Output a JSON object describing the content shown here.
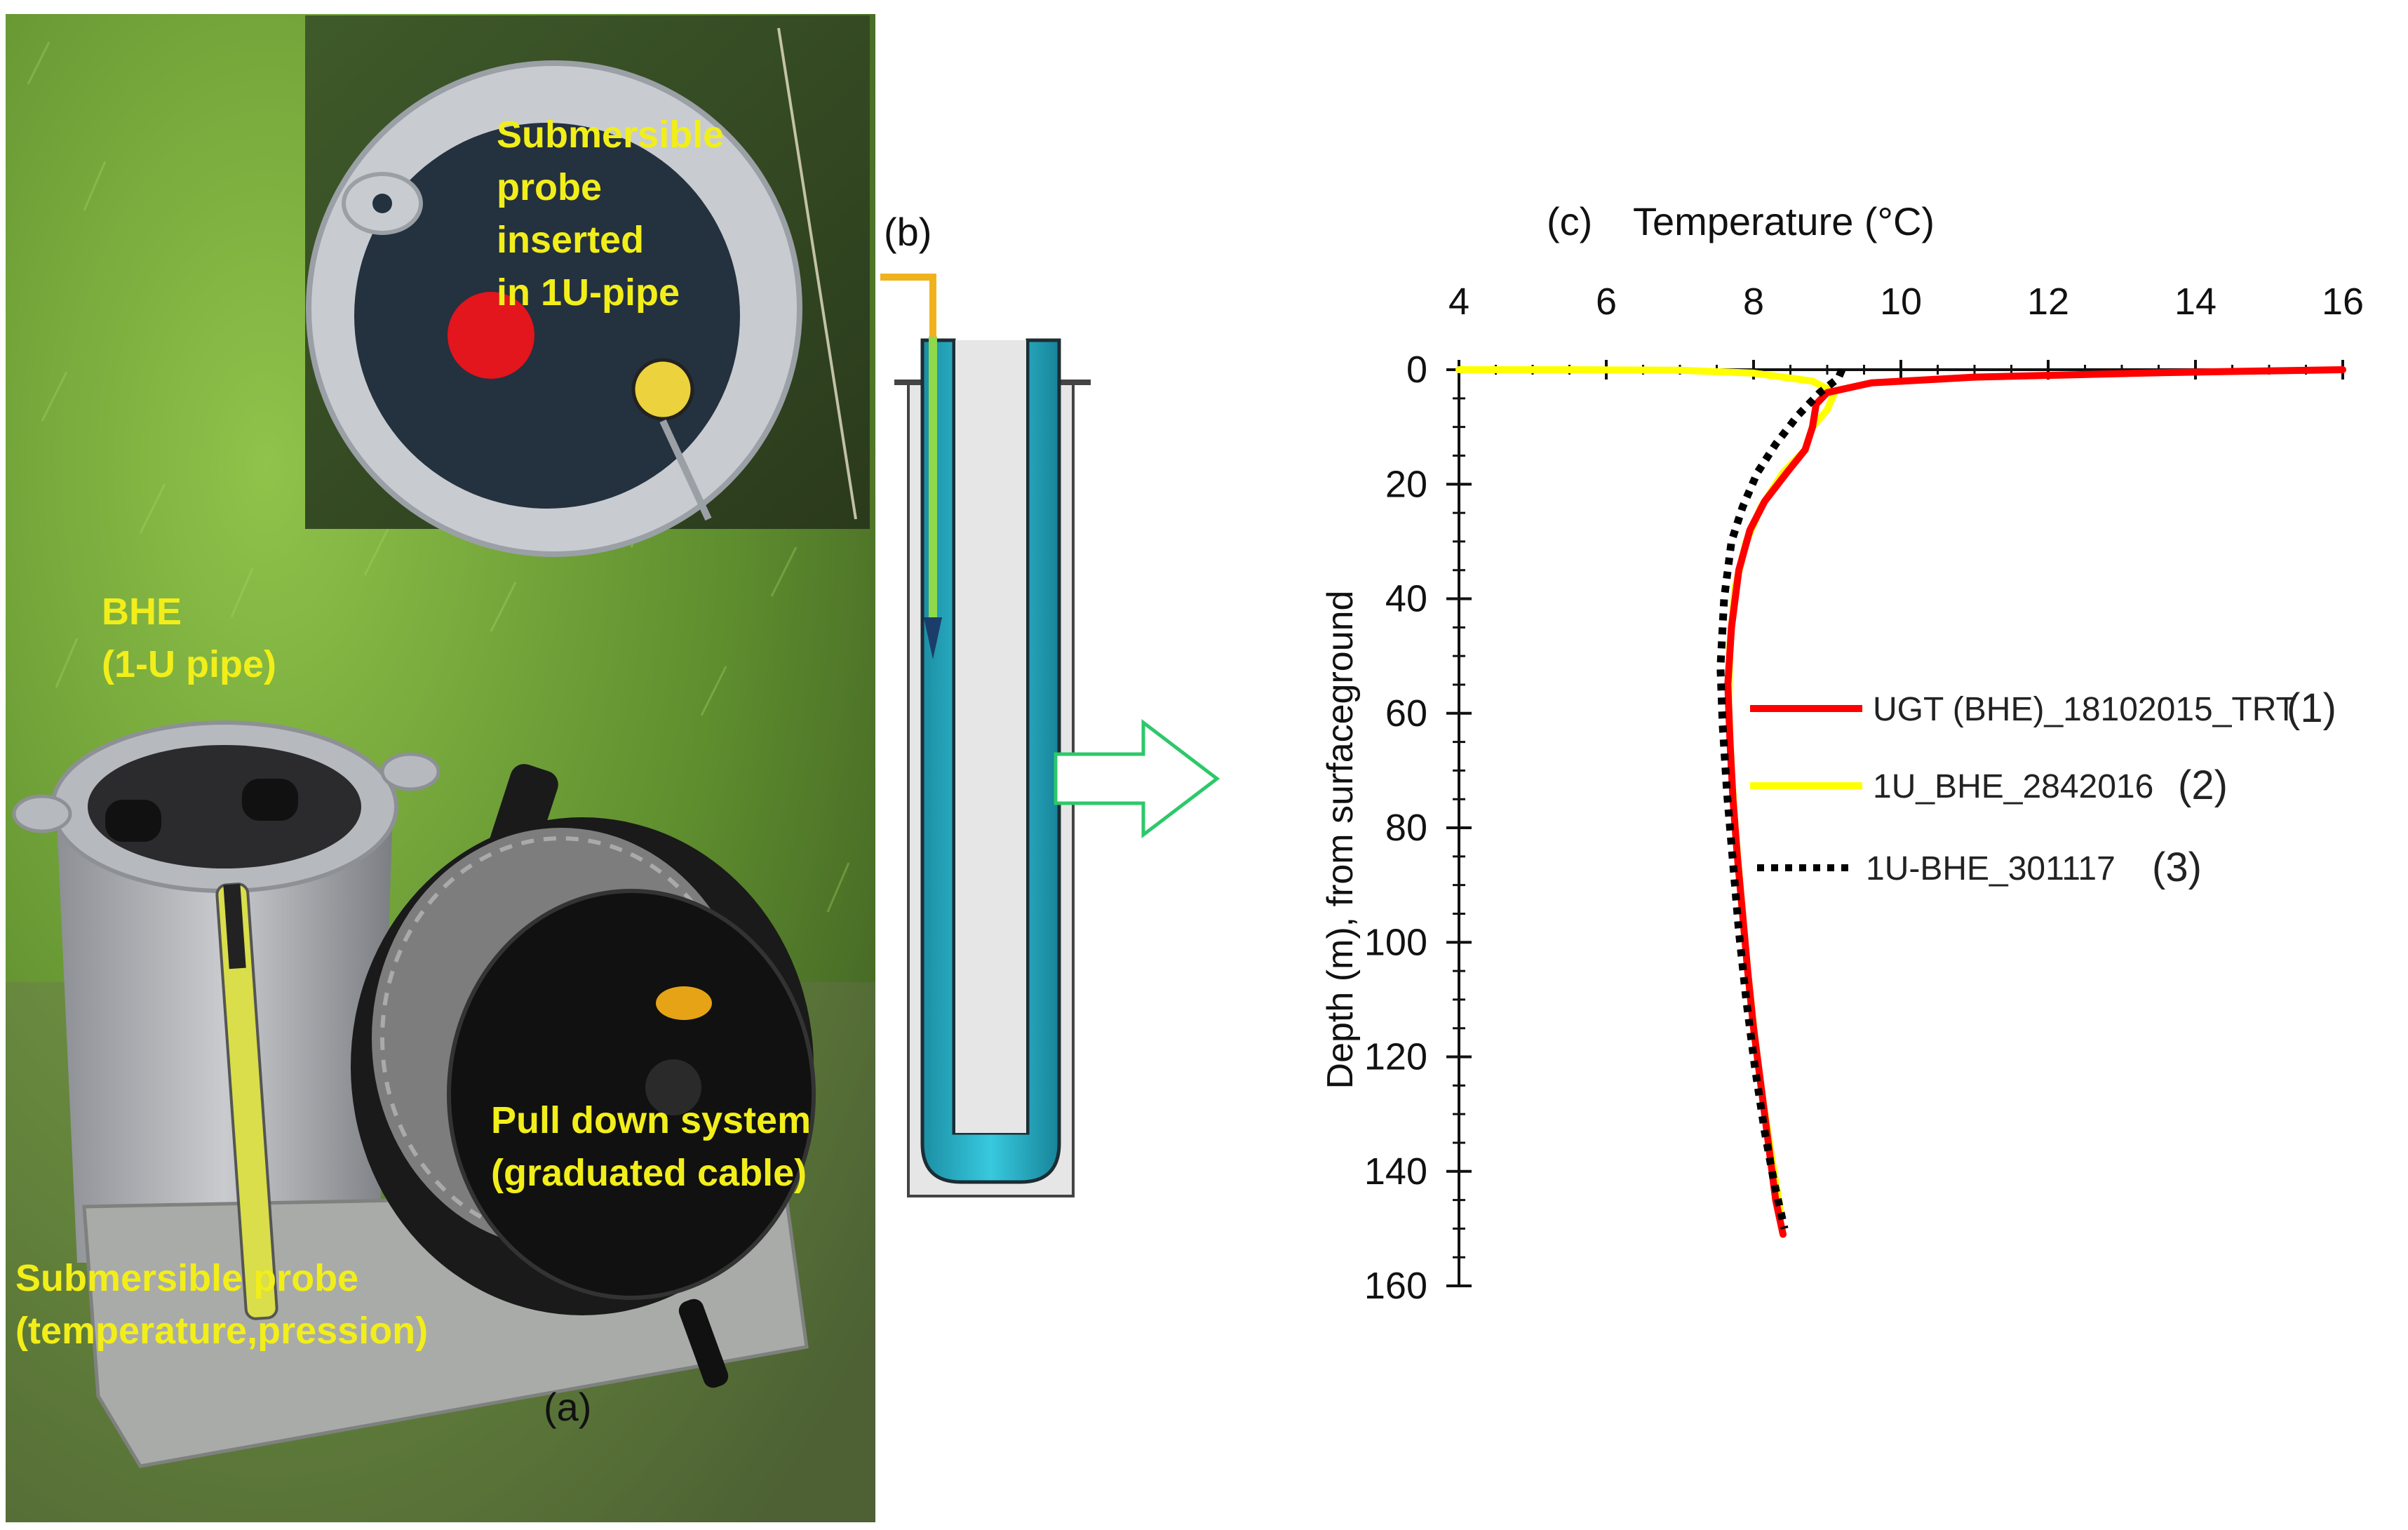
{
  "photo": {
    "inset_label_lines": [
      "Submersible",
      "probe",
      "inserted",
      "in 1U-pipe"
    ],
    "bhe_label_lines": [
      "BHE",
      "(1-U pipe)"
    ],
    "pulldown_label_lines": [
      "Pull down system",
      "(graduated cable)"
    ],
    "probe_label_lines": [
      "Submersible probe",
      "(temperature,pression)"
    ],
    "panel_label": "(a)"
  },
  "schematic": {
    "panel_label": "(b)"
  },
  "chart": {
    "panel_label": "(c)"
  },
  "colors": {
    "series1": "#ff0000",
    "series2": "#ffff00",
    "series3": "#000000",
    "pipe_fill": "#22b5cc",
    "arrow_stroke": "#2dc86a",
    "photo_label": "#f2ee1a"
  },
  "chart_data": {
    "type": "line",
    "title": "",
    "xlabel": "Temperature (°C)",
    "ylabel": "Depth (m), from surfaceground",
    "xlim": [
      4,
      16
    ],
    "ylim": [
      0,
      160
    ],
    "y_inverted": true,
    "x_axis_position": "top",
    "xticks": [
      4,
      6,
      8,
      10,
      12,
      14,
      16
    ],
    "yticks": [
      0,
      20,
      40,
      60,
      80,
      100,
      120,
      140,
      160
    ],
    "grid": false,
    "legend_position": "right",
    "series": [
      {
        "name": "UGT (BHE)_18102015_TRT",
        "marker": "(1)",
        "style": "solid",
        "color": "#ff0000",
        "points": [
          [
            16,
            0
          ],
          [
            13.6,
            0.5
          ],
          [
            11.0,
            1.3
          ],
          [
            9.6,
            2.3
          ],
          [
            9.0,
            4.0
          ],
          [
            8.85,
            6
          ],
          [
            8.8,
            10
          ],
          [
            8.7,
            14
          ],
          [
            8.45,
            18
          ],
          [
            8.15,
            23
          ],
          [
            7.95,
            28
          ],
          [
            7.8,
            35
          ],
          [
            7.7,
            45
          ],
          [
            7.65,
            55
          ],
          [
            7.68,
            65
          ],
          [
            7.72,
            75
          ],
          [
            7.78,
            85
          ],
          [
            7.85,
            95
          ],
          [
            7.92,
            105
          ],
          [
            8.0,
            115
          ],
          [
            8.1,
            125
          ],
          [
            8.2,
            135
          ],
          [
            8.3,
            145
          ],
          [
            8.4,
            151
          ]
        ]
      },
      {
        "name": "1U_BHE_2842016",
        "marker": "(2)",
        "style": "solid",
        "color": "#ffff00",
        "points": [
          [
            4.0,
            0
          ],
          [
            5.5,
            0
          ],
          [
            7.0,
            0.1
          ],
          [
            8.0,
            0.6
          ],
          [
            8.8,
            2
          ],
          [
            9.1,
            4
          ],
          [
            9.0,
            7
          ],
          [
            8.8,
            10
          ],
          [
            8.7,
            14
          ],
          [
            8.4,
            18
          ],
          [
            8.1,
            24
          ],
          [
            7.9,
            30
          ],
          [
            7.75,
            38
          ],
          [
            7.68,
            48
          ],
          [
            7.66,
            58
          ],
          [
            7.7,
            70
          ],
          [
            7.75,
            80
          ],
          [
            7.83,
            92
          ],
          [
            7.92,
            105
          ],
          [
            8.02,
            117
          ],
          [
            8.13,
            128
          ],
          [
            8.25,
            138
          ],
          [
            8.38,
            148
          ]
        ]
      },
      {
        "name": "1U-BHE_301117",
        "marker": "(3)",
        "style": "dotted",
        "color": "#000000",
        "points": [
          [
            9.2,
            0
          ],
          [
            9.15,
            1.5
          ],
          [
            8.9,
            4
          ],
          [
            8.6,
            8
          ],
          [
            8.3,
            13
          ],
          [
            8.05,
            18
          ],
          [
            7.85,
            24
          ],
          [
            7.7,
            30
          ],
          [
            7.6,
            40
          ],
          [
            7.55,
            52
          ],
          [
            7.58,
            62
          ],
          [
            7.64,
            74
          ],
          [
            7.72,
            86
          ],
          [
            7.8,
            98
          ],
          [
            7.9,
            110
          ],
          [
            8.02,
            122
          ],
          [
            8.15,
            133
          ],
          [
            8.28,
            142
          ],
          [
            8.42,
            150
          ]
        ]
      }
    ]
  }
}
